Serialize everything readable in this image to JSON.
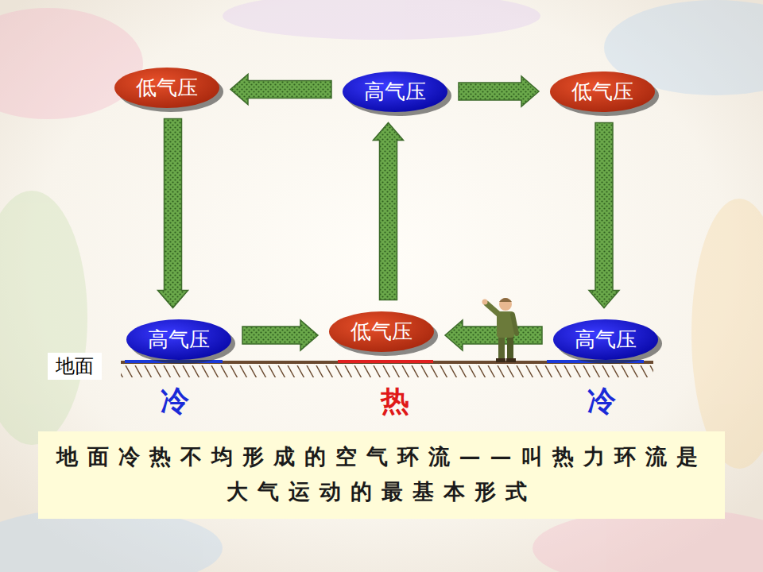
{
  "diagram": {
    "caption": "地面冷热不均形成的空气环流——叫热力环流是大气运动的最基本形式",
    "nodes": [
      {
        "text": [
          "低气压"
        ]
      },
      {
        "text": [
          "高气压"
        ]
      },
      {
        "text": [
          "低气压"
        ]
      },
      {
        "text": [
          "高气压"
        ]
      },
      {
        "text": [
          "低气压"
        ]
      },
      {
        "text": [
          "高气压"
        ]
      }
    ],
    "edges": [
      {
        "from": 1,
        "to": 0,
        "arrow": "to"
      },
      {
        "from": 1,
        "to": 2,
        "arrow": "to"
      },
      {
        "from": 0,
        "to": 3,
        "arrow": "to"
      },
      {
        "from": 2,
        "to": 5,
        "arrow": "to"
      },
      {
        "from": 3,
        "to": 4,
        "arrow": "to"
      },
      {
        "from": 5,
        "to": 4,
        "arrow": "to"
      },
      {
        "from": 4,
        "to": 1,
        "arrow": "to"
      }
    ],
    "labels": [
      "地面",
      "冷",
      "热",
      "冷"
    ]
  }
}
